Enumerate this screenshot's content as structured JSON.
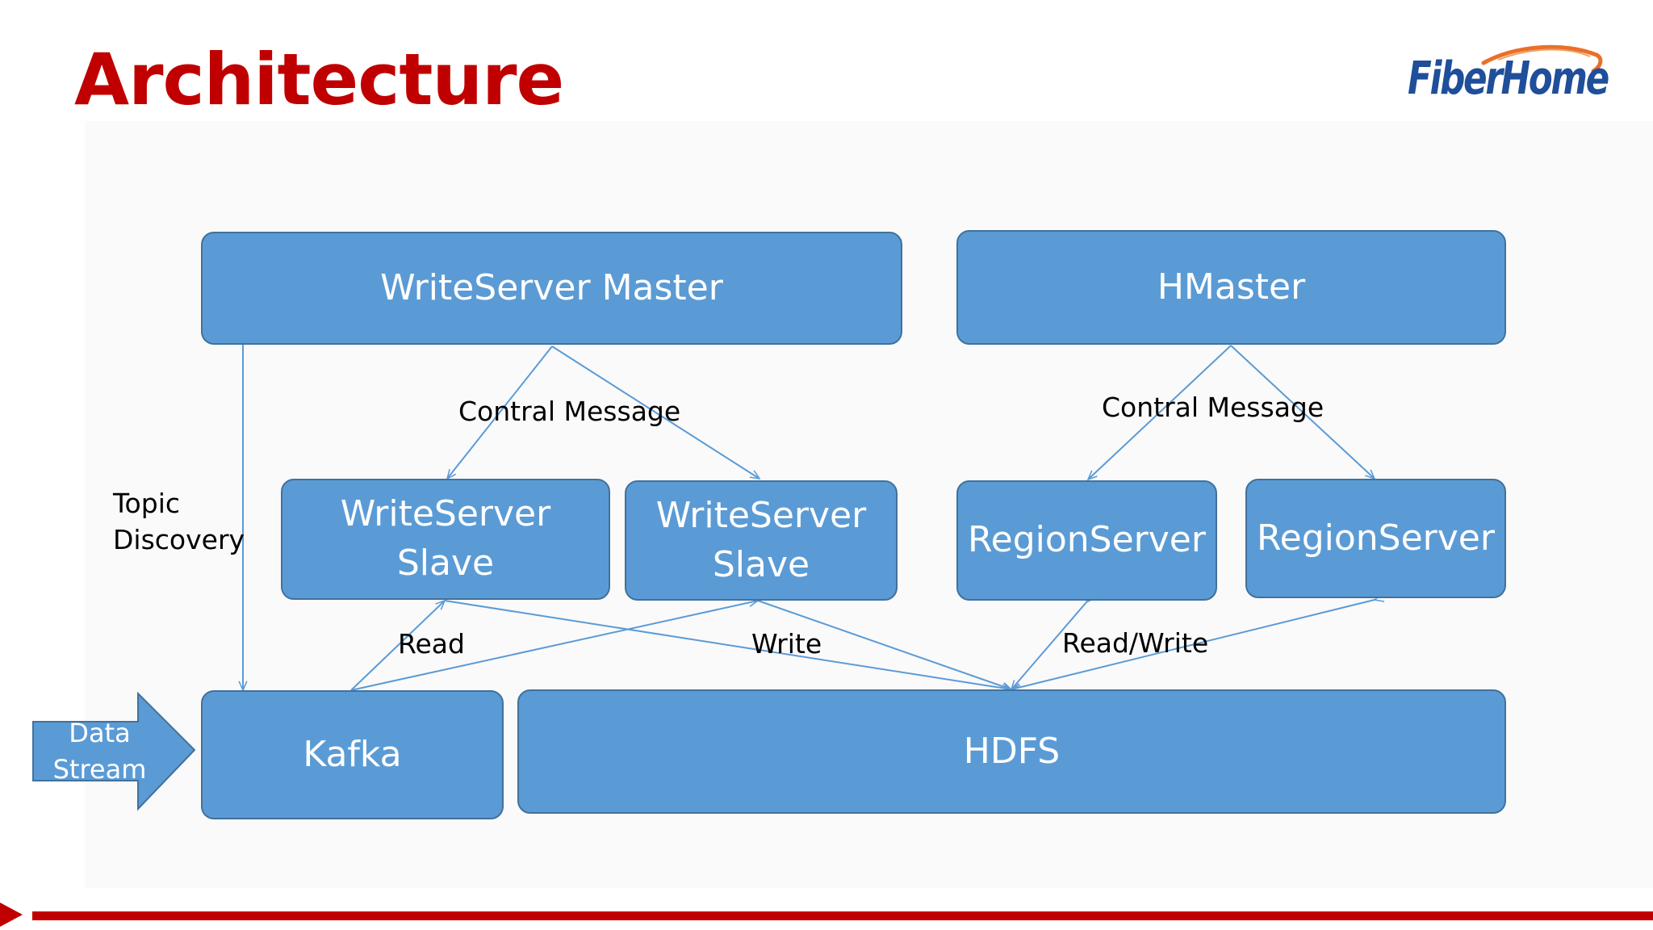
{
  "slide": {
    "title": "Architecture",
    "logo_text": "FiberHome"
  },
  "nodes": {
    "writeserver_master": "WriteServer Master",
    "hmaster": "HMaster",
    "writeserver_slave_1": [
      "WriteServer",
      "Slave"
    ],
    "writeserver_slave_2": [
      "WriteServer",
      "Slave"
    ],
    "regionserver_1": "RegionServer",
    "regionserver_2": "RegionServer",
    "kafka": "Kafka",
    "hdfs": "HDFS"
  },
  "edge_labels": {
    "contral_message_left": "Contral Message",
    "contral_message_right": "Contral Message",
    "topic_discovery": [
      "Topic",
      "Discovery"
    ],
    "read": "Read",
    "write": "Write",
    "read_write": "Read/Write"
  },
  "input": {
    "data_stream": [
      "Data",
      "Stream"
    ]
  },
  "colors": {
    "title": "#c00000",
    "box_fill": "#5b9bd5",
    "box_border": "#41719c",
    "connector": "#5b9bd5",
    "bottom_bar": "#c00000",
    "logo_text": "#1f4e9a",
    "logo_swoosh": "#e8702a"
  }
}
